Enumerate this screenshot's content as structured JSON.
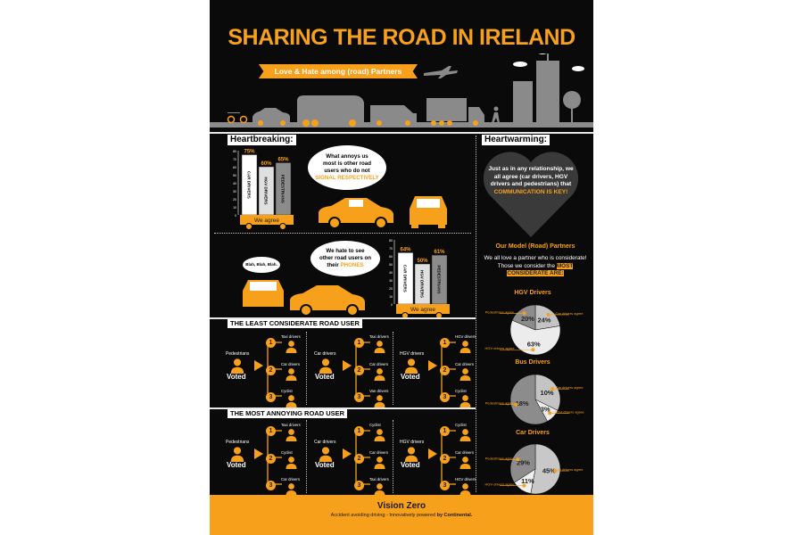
{
  "header": {
    "title": "SHARING THE ROAD IN IRELAND",
    "subtitle": "Love & Hate among (road) Partners"
  },
  "heartbreaking": {
    "heading": "Heartbreaking:",
    "signal_bubble": {
      "line1": "What annoys us",
      "line2": "most is other road",
      "line3": "users who do not",
      "highlight": "SIGNAL RESPECTIVELY"
    },
    "phones_bubble": {
      "line1": "We hate to see",
      "line2": "other road users on",
      "line3": "their",
      "highlight": "PHONES"
    },
    "blah_bubble": "Blah, Blah, Blah.",
    "wagon_label": "We agree"
  },
  "heartwarming": {
    "heading": "Heartwarming:",
    "heart_text": "Just as in any relationship, we all agree (car drivers, HGV drivers and pedestrians) that",
    "heart_highlight": "COMMUNICATION IS KEY!",
    "partners_title": "Our Model (Road) Partners",
    "partners_text": "We all love a partner who is considerate! Those we consider",
    "partners_the": "the",
    "partners_highlight": "MOST CONSIDERATE ARE:"
  },
  "chart_data": [
    {
      "type": "bar",
      "title": "Do not signal respectively",
      "categories": [
        "CAR DRIVERS",
        "HGV DRIVERS",
        "PEDESTRIANS"
      ],
      "values": [
        75,
        60,
        65
      ],
      "labels": [
        "75%",
        "60%",
        "65%"
      ],
      "ylim": [
        0,
        80
      ],
      "yticks": [
        "80",
        "70",
        "60",
        "50",
        "40",
        "30",
        "20",
        "10",
        "0"
      ]
    },
    {
      "type": "bar",
      "title": "Road users on their phones",
      "categories": [
        "CAR DRIVERS",
        "HGV DRIVERS",
        "PEDESTRIANS"
      ],
      "values": [
        64,
        50,
        61
      ],
      "labels": [
        "64%",
        "50%",
        "61%"
      ],
      "ylim": [
        0,
        80
      ],
      "yticks": [
        "80",
        "70",
        "60",
        "50",
        "40",
        "30",
        "20",
        "10",
        "0"
      ]
    },
    {
      "type": "pie",
      "title": "HGV Drivers",
      "slices": [
        {
          "label": "Car drivers agree",
          "value": 24,
          "text": "24%"
        },
        {
          "label": "HGV drivers agree",
          "value": 63,
          "text": "63%"
        },
        {
          "label": "Pedestrians agree",
          "value": 20,
          "text": "20%"
        }
      ]
    },
    {
      "type": "pie",
      "title": "Bus Drivers",
      "slices": [
        {
          "label": "Car drivers agree",
          "value": 10,
          "text": "10%"
        },
        {
          "label": "HGV drivers agree",
          "value": 3,
          "text": "3%"
        },
        {
          "label": "Pedestrians agree",
          "value": 18,
          "text": "18%"
        }
      ]
    },
    {
      "type": "pie",
      "title": "Car Drivers",
      "slices": [
        {
          "label": "Car drivers agree",
          "value": 45,
          "text": "45%"
        },
        {
          "label": "HGV drivers agree",
          "value": 11,
          "text": "11%"
        },
        {
          "label": "Pedestrians agree",
          "value": 29,
          "text": "29%"
        }
      ]
    }
  ],
  "votes": [
    {
      "heading": "THE LEAST CONSIDERATE ROAD USER",
      "groups": [
        {
          "voter": "Pedestrians",
          "voted": "Voted",
          "ranks": [
            "Taxi drivers",
            "Car drivers",
            "Cyclist"
          ]
        },
        {
          "voter": "Car drivers",
          "voted": "Voted",
          "ranks": [
            "Taxi drivers",
            "Car drivers",
            "Van drivers"
          ]
        },
        {
          "voter": "HGV drivers",
          "voted": "Voted",
          "ranks": [
            "HGV drivers",
            "Car drivers",
            "Cyclist"
          ]
        }
      ]
    },
    {
      "heading": "THE MOST ANNOYING ROAD USER",
      "groups": [
        {
          "voter": "Pedestrians",
          "voted": "Voted",
          "ranks": [
            "Taxi drivers",
            "Cyclist",
            "Car drivers"
          ]
        },
        {
          "voter": "Car drivers",
          "voted": "Voted",
          "ranks": [
            "Cyclist",
            "Car drivers",
            "Taxi drivers"
          ]
        },
        {
          "voter": "HGV drivers",
          "voted": "Voted",
          "ranks": [
            "Cyclist",
            "Car drivers",
            "HGV drivers"
          ]
        }
      ]
    }
  ],
  "footer": {
    "title": "Vision Zero",
    "tagline": "Accident avoiding driving - Innovatively powered",
    "brand": "by Continental."
  },
  "colors": {
    "accent": "#f7a01c",
    "background": "#0a0a0a",
    "car": "#c4c4c4",
    "hgv": "#ececec",
    "pedestrian": "#8c8c8c"
  }
}
